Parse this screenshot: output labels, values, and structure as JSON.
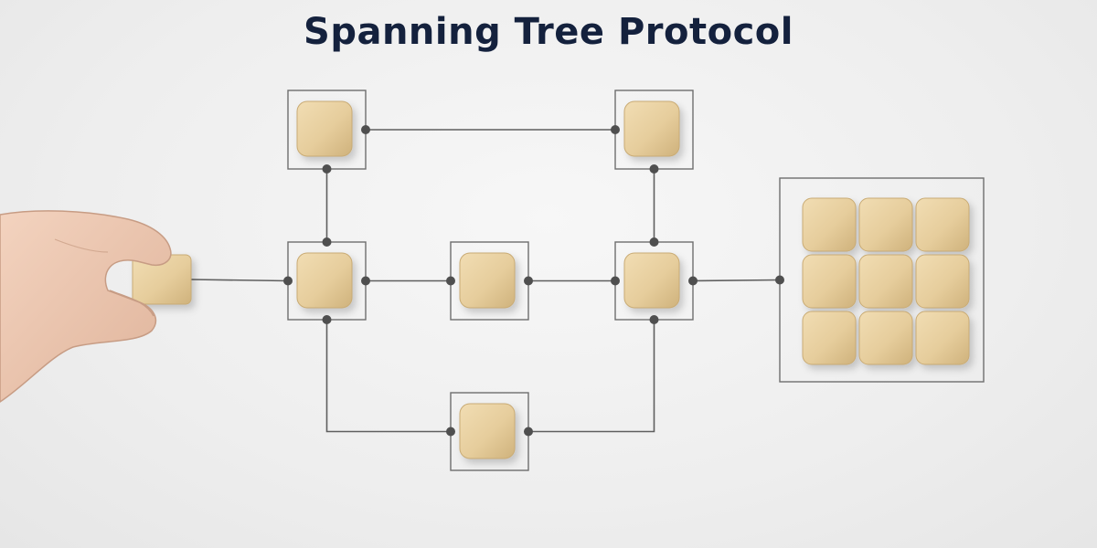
{
  "title": "Spanning Tree Protocol",
  "colors": {
    "title": "#14213d",
    "line": "#5f5f5f",
    "dot": "#4f4f4f",
    "frame": "#6e6e6e",
    "cube": "#e7cf9f"
  },
  "diagram": {
    "nodes": [
      {
        "id": "top-left",
        "kind": "switch"
      },
      {
        "id": "top-right",
        "kind": "switch"
      },
      {
        "id": "mid-left",
        "kind": "switch"
      },
      {
        "id": "mid-center",
        "kind": "switch"
      },
      {
        "id": "mid-right",
        "kind": "switch"
      },
      {
        "id": "bottom-center",
        "kind": "switch"
      },
      {
        "id": "held-block",
        "kind": "block"
      },
      {
        "id": "cube-grid",
        "kind": "grid",
        "rows": 3,
        "cols": 3
      }
    ],
    "edges": [
      [
        "held-block",
        "mid-left"
      ],
      [
        "mid-left",
        "top-left"
      ],
      [
        "top-left",
        "top-right"
      ],
      [
        "top-right",
        "mid-right"
      ],
      [
        "mid-left",
        "mid-center"
      ],
      [
        "mid-center",
        "mid-right"
      ],
      [
        "mid-right",
        "cube-grid"
      ],
      [
        "mid-left",
        "bottom-center"
      ],
      [
        "bottom-center",
        "mid-right"
      ]
    ]
  }
}
